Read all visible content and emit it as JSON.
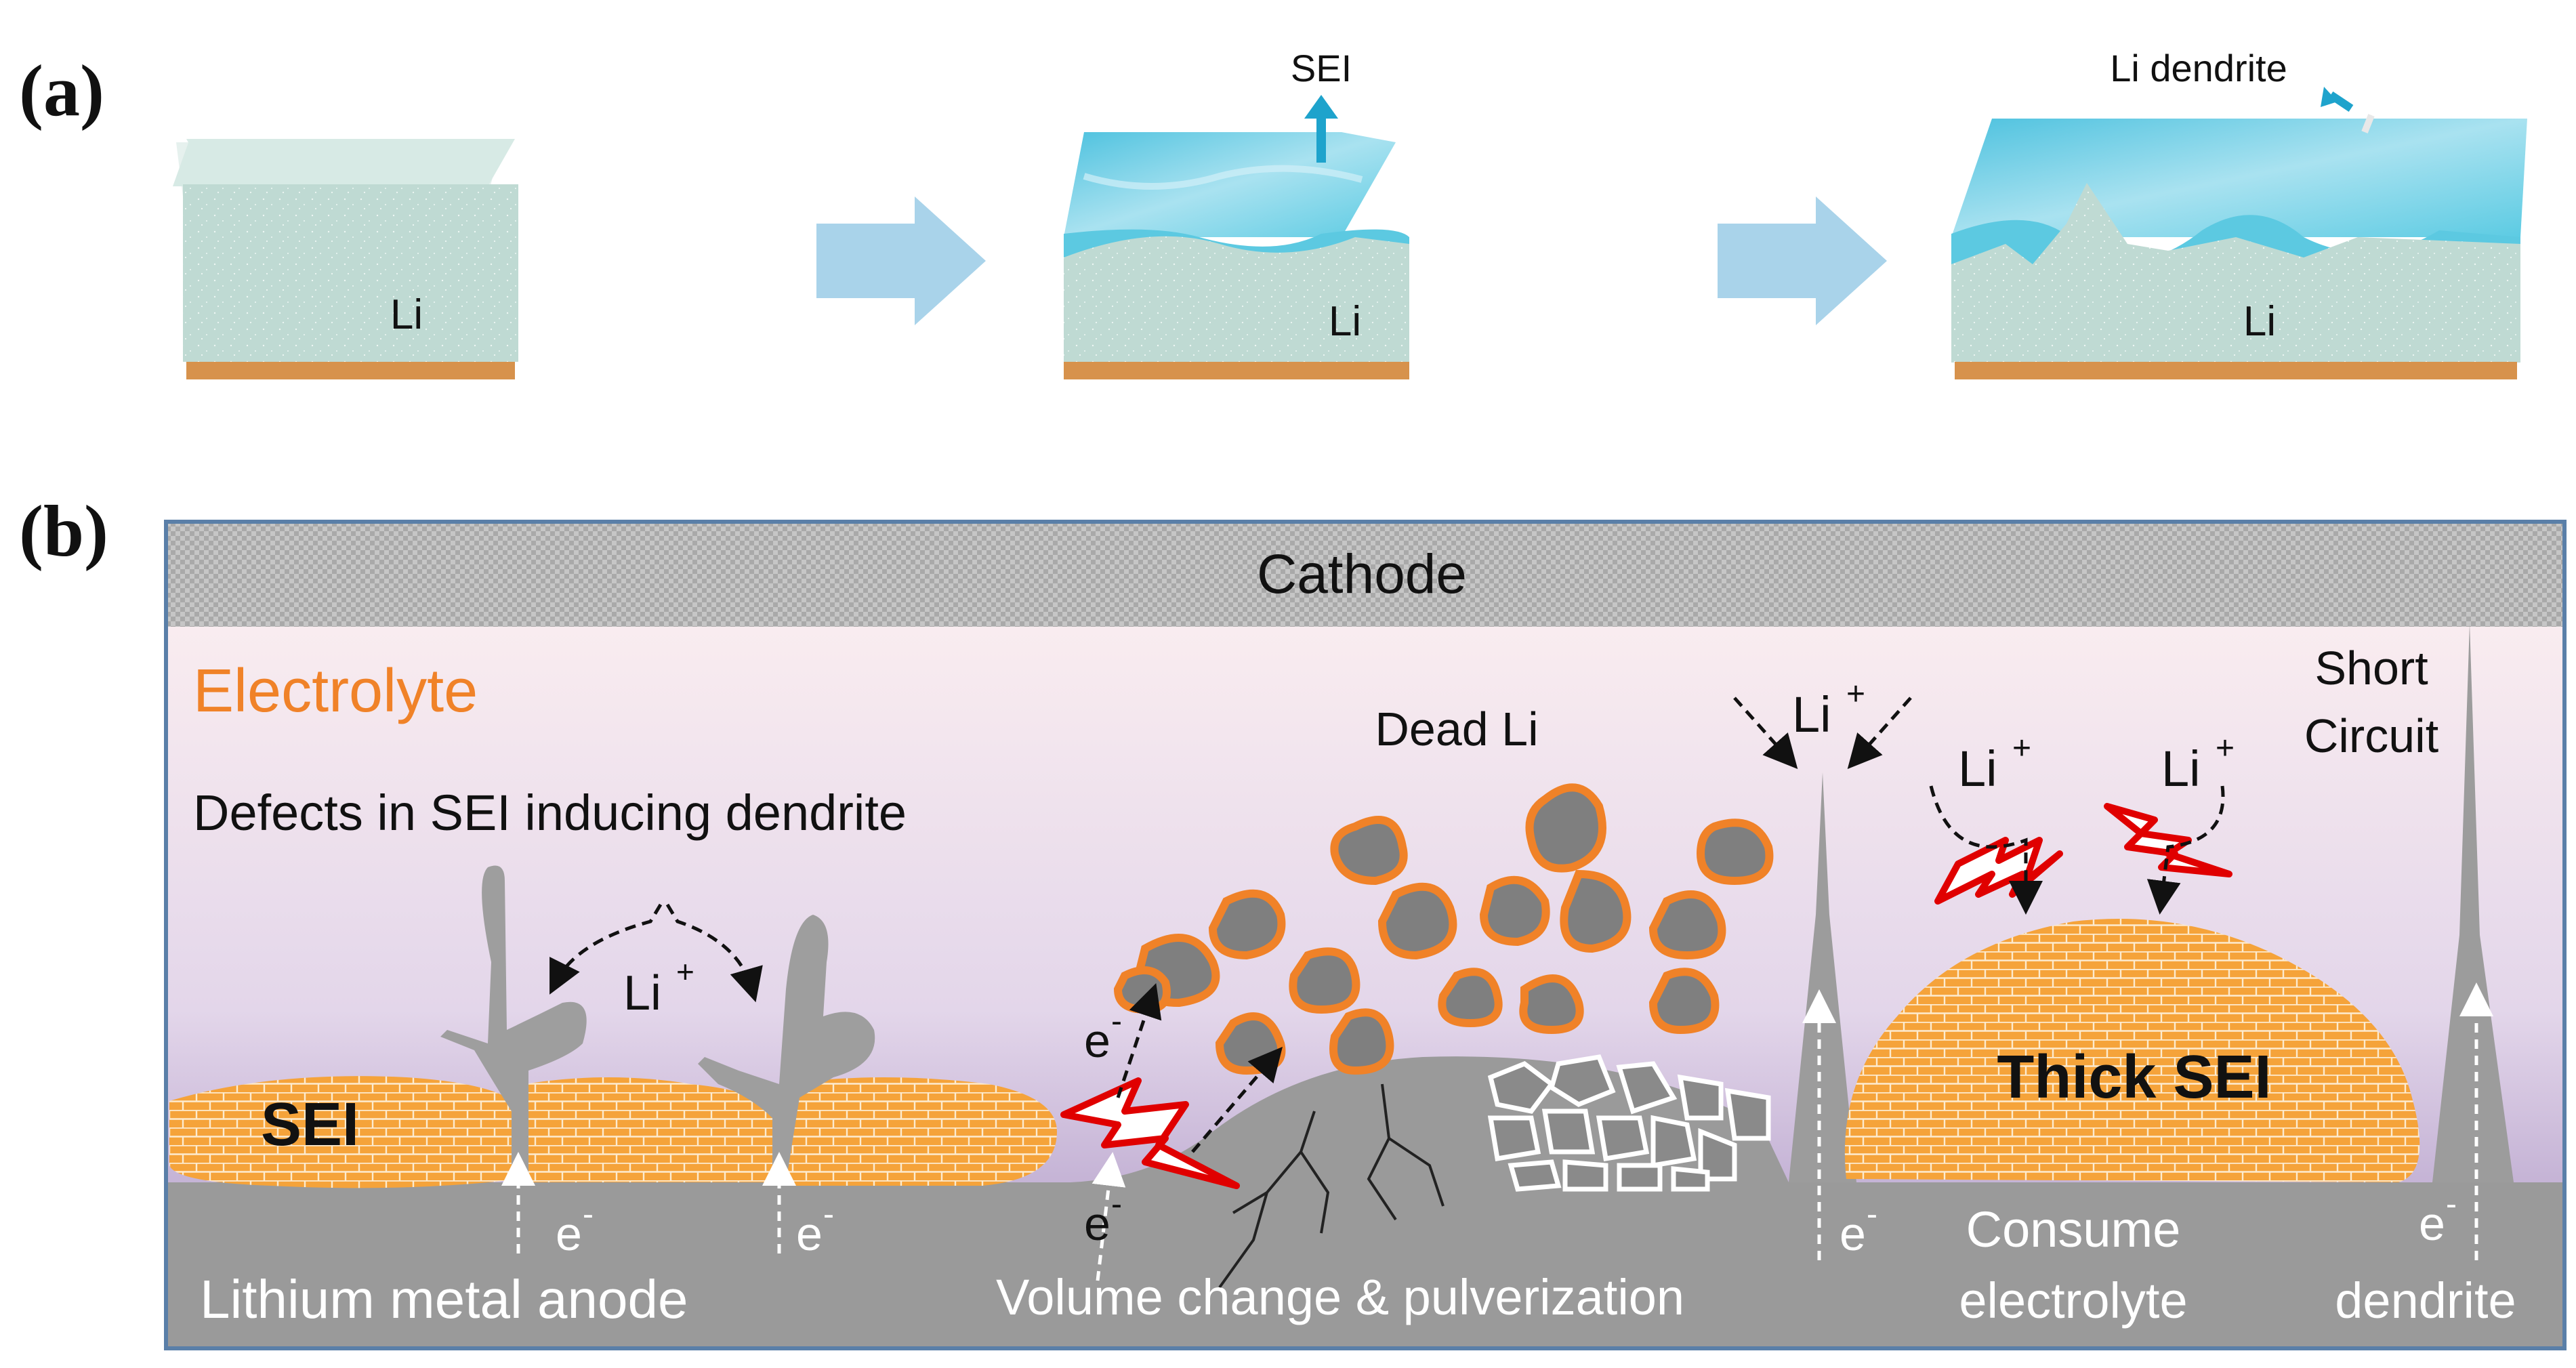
{
  "panel_a": {
    "label": "(a)",
    "stages": [
      {
        "block_label": "Li"
      },
      {
        "block_label": "Li",
        "annotation": "SEI"
      },
      {
        "block_label": "Li",
        "annotation": "Li dendrite"
      }
    ]
  },
  "panel_b": {
    "label": "(b)",
    "cathode": "Cathode",
    "electrolyte": "Electrolyte",
    "defects_text": "Defects in SEI inducing dendrite",
    "li_ion": "Li",
    "li_ion_charge": "+",
    "electron": "e",
    "electron_charge": "-",
    "sei": "SEI",
    "dead_li": "Dead  Li",
    "thick_sei": "Thick SEI",
    "short_circuit_1": "Short",
    "short_circuit_2": "Circuit",
    "anode": "Lithium metal anode",
    "volume_change": "Volume  change & pulverization",
    "consume_1": "Consume",
    "consume_2": "electrolyte",
    "dendrite": "dendrite"
  },
  "colors": {
    "li_block": "#cfe3de",
    "sei_blue": "#5fc9e0",
    "copper": "#d8924e",
    "arrow_blue": "#a9d3ea",
    "cathode_gray": "#bdbdbd",
    "electrolyte_orange": "#f08228",
    "sei_orange": "#f4a53c",
    "metal_gray": "#999999",
    "border_blue": "#5a7fa8"
  }
}
